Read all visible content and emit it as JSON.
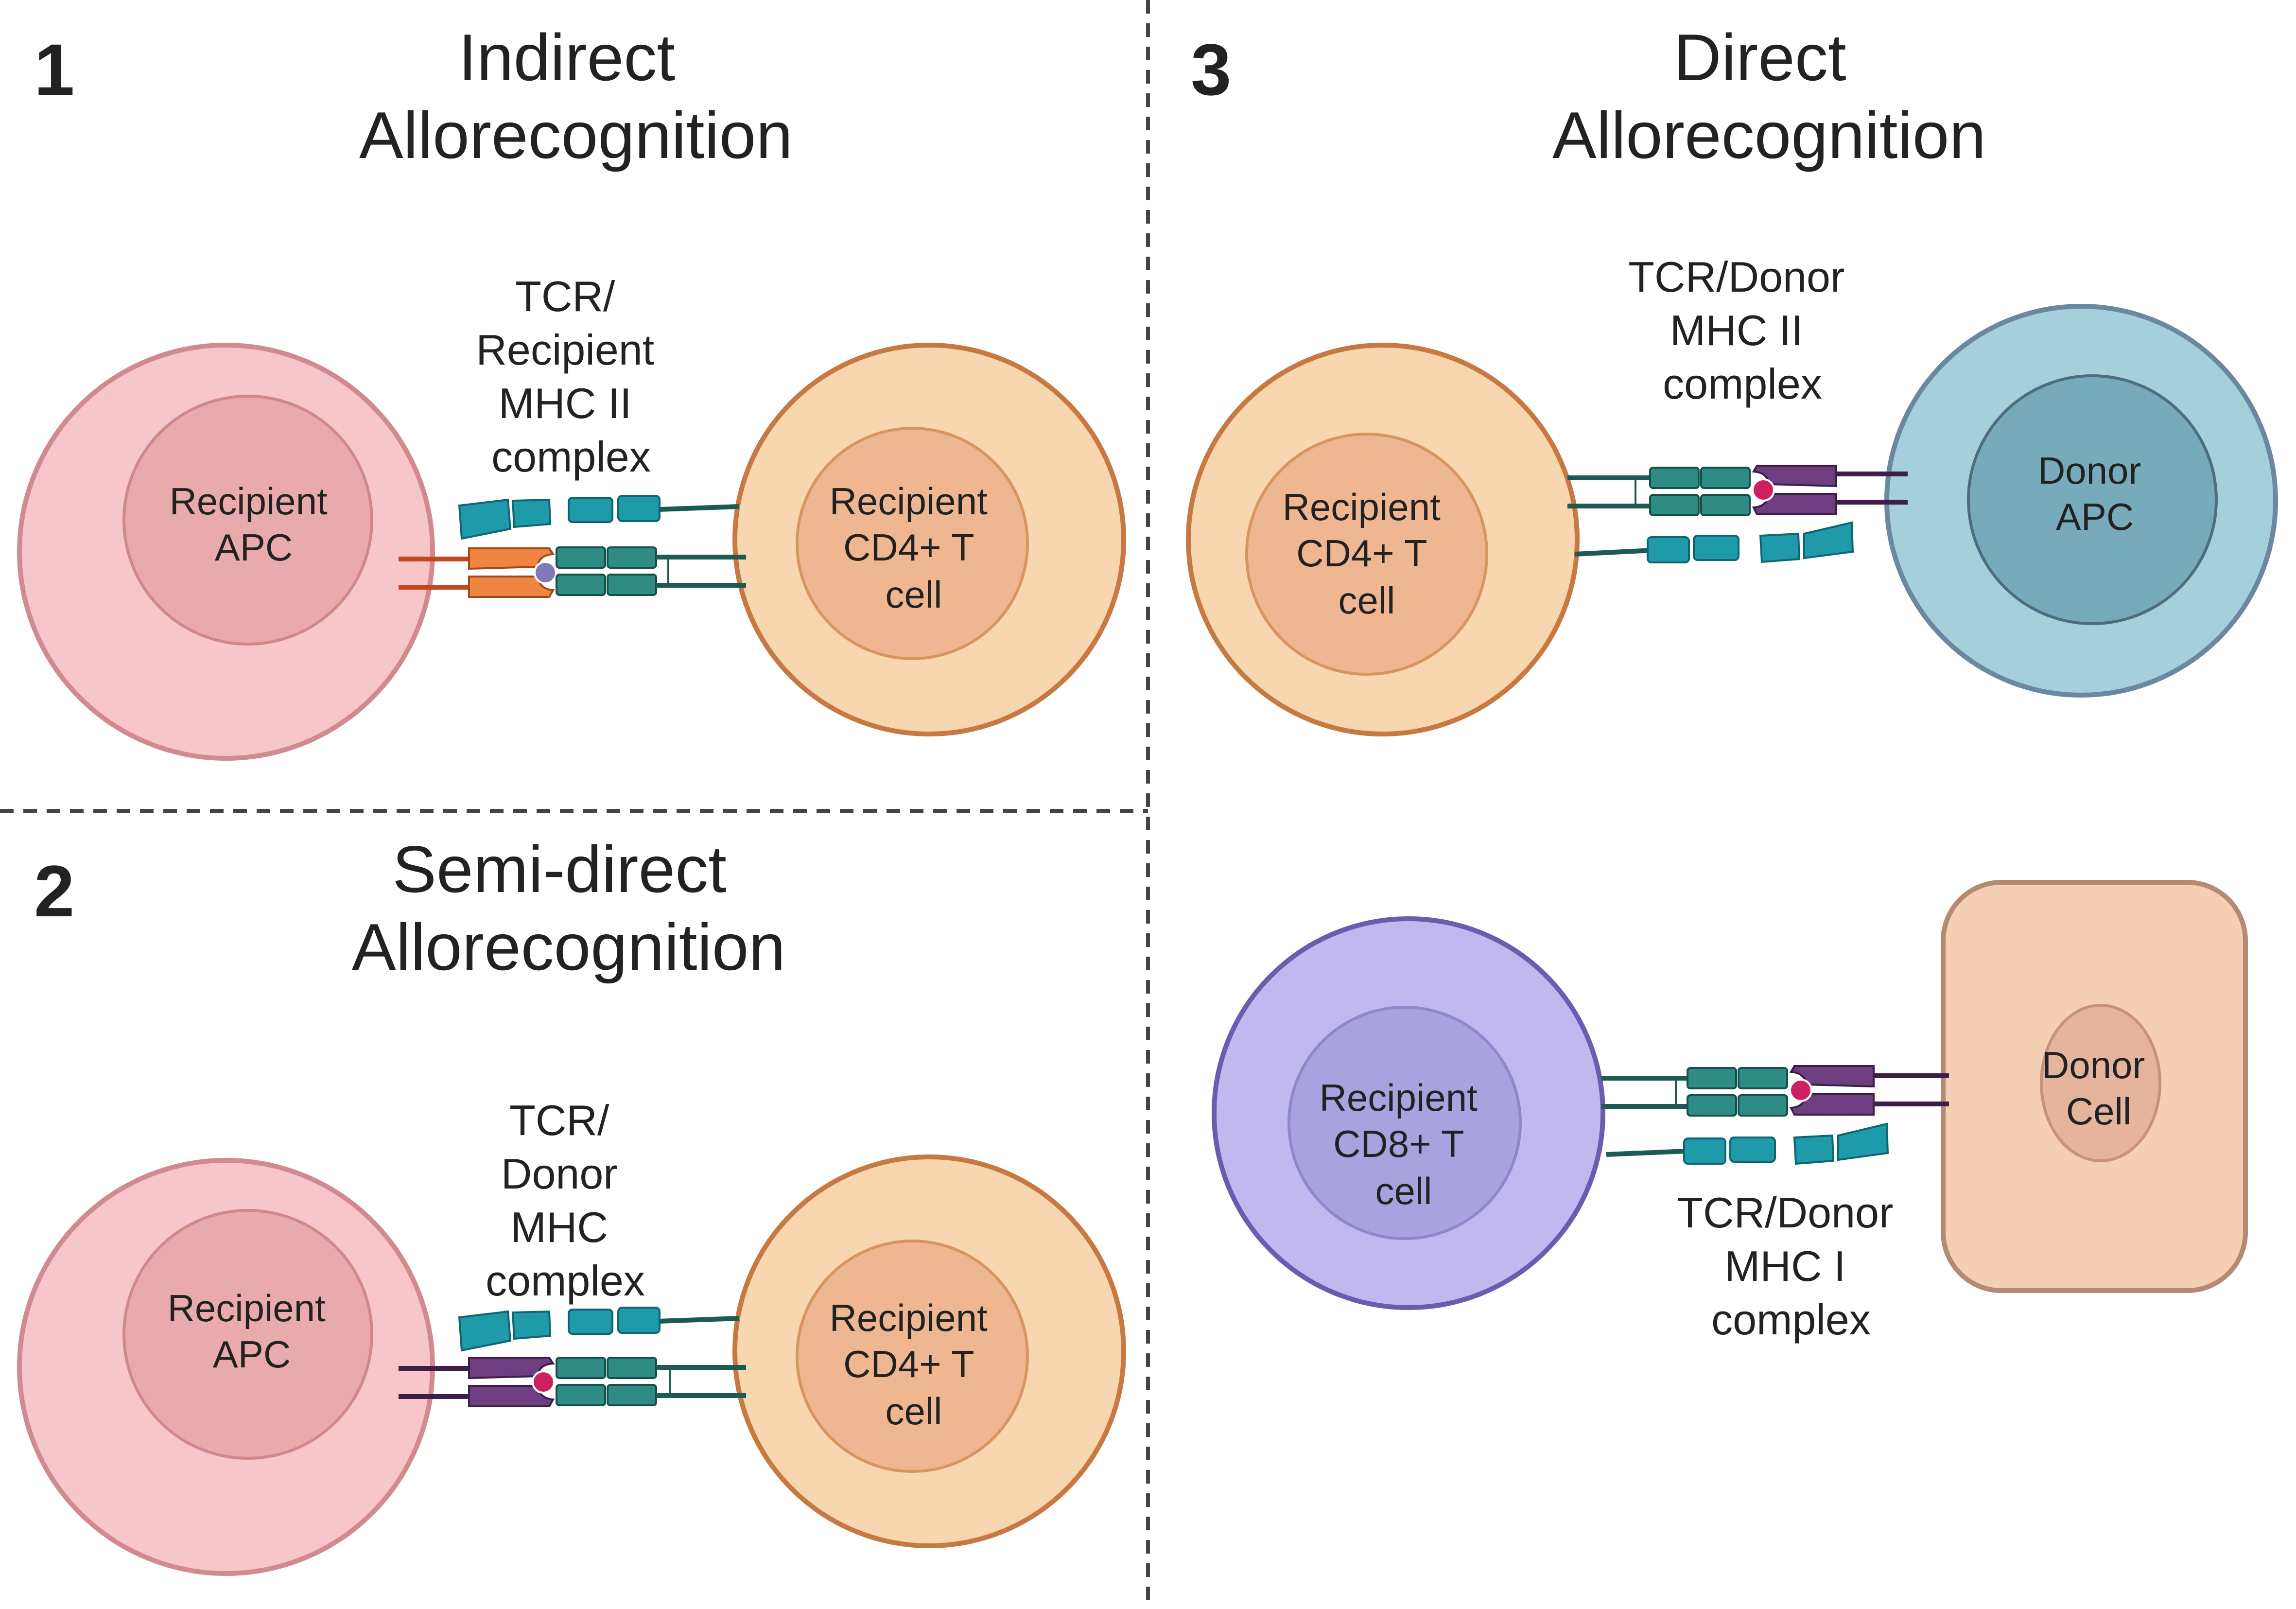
{
  "colors": {
    "recipient_apc_outer": "#f7c6ca",
    "recipient_apc_border": "#d08a90",
    "recipient_apc_nucleus": "#e8aaad",
    "cd4_outer": "#f8d7b0",
    "cd4_border": "#c87941",
    "cd4_nucleus": "#efb791",
    "donor_apc_outer": "#a5d0db",
    "donor_apc_border": "#6c87a0",
    "donor_apc_nucleus": "#77aabb",
    "cd8_outer": "#c0b8ef",
    "cd8_border": "#6a5cae",
    "cd8_nucleus": "#a8a2de",
    "donor_cell_outer": "#f5cfb4",
    "donor_cell_border": "#b48a72",
    "donor_cell_nucleus": "#e5b49c",
    "tcr_teal": "#1f9aaa",
    "tcr_dark_teal": "#2e8c84",
    "mhc_recipient_orange": "#f08542",
    "mhc_donor_purple": "#6e3e80",
    "peptide_recipient": "#8078b8",
    "peptide_donor": "#cc2060",
    "stalk_green": "#1d5a54",
    "divider": "#444444"
  },
  "panels": [
    {
      "number": "1",
      "title_lines": [
        "Indirect",
        "Allorecognition"
      ],
      "complex_label": [
        "TCR/",
        "Recipient",
        "MHC II",
        "complex"
      ],
      "left_cell": [
        "Recipient",
        "APC"
      ],
      "right_cell": [
        "Recipient",
        "CD4+ T",
        "cell"
      ]
    },
    {
      "number": "2",
      "title_lines": [
        "Semi-direct",
        "Allorecognition"
      ],
      "complex_label": [
        "TCR/",
        "Donor",
        "MHC",
        "complex"
      ],
      "left_cell": [
        "Recipient",
        "APC"
      ],
      "right_cell": [
        "Recipient",
        "CD4+ T",
        "cell"
      ]
    },
    {
      "number": "3",
      "title_lines": [
        "Direct",
        "Allorecognition"
      ],
      "top": {
        "complex_label": [
          "TCR/Donor",
          "MHC II",
          "complex"
        ],
        "left_cell": [
          "Recipient",
          "CD4+ T",
          "cell"
        ],
        "right_cell": [
          "Donor",
          "APC"
        ]
      },
      "bottom": {
        "complex_label": [
          "TCR/Donor",
          "MHC I",
          "complex"
        ],
        "left_cell": [
          "Recipient",
          "CD8+ T",
          "cell"
        ],
        "right_cell": [
          "Donor",
          "Cell"
        ]
      }
    }
  ]
}
